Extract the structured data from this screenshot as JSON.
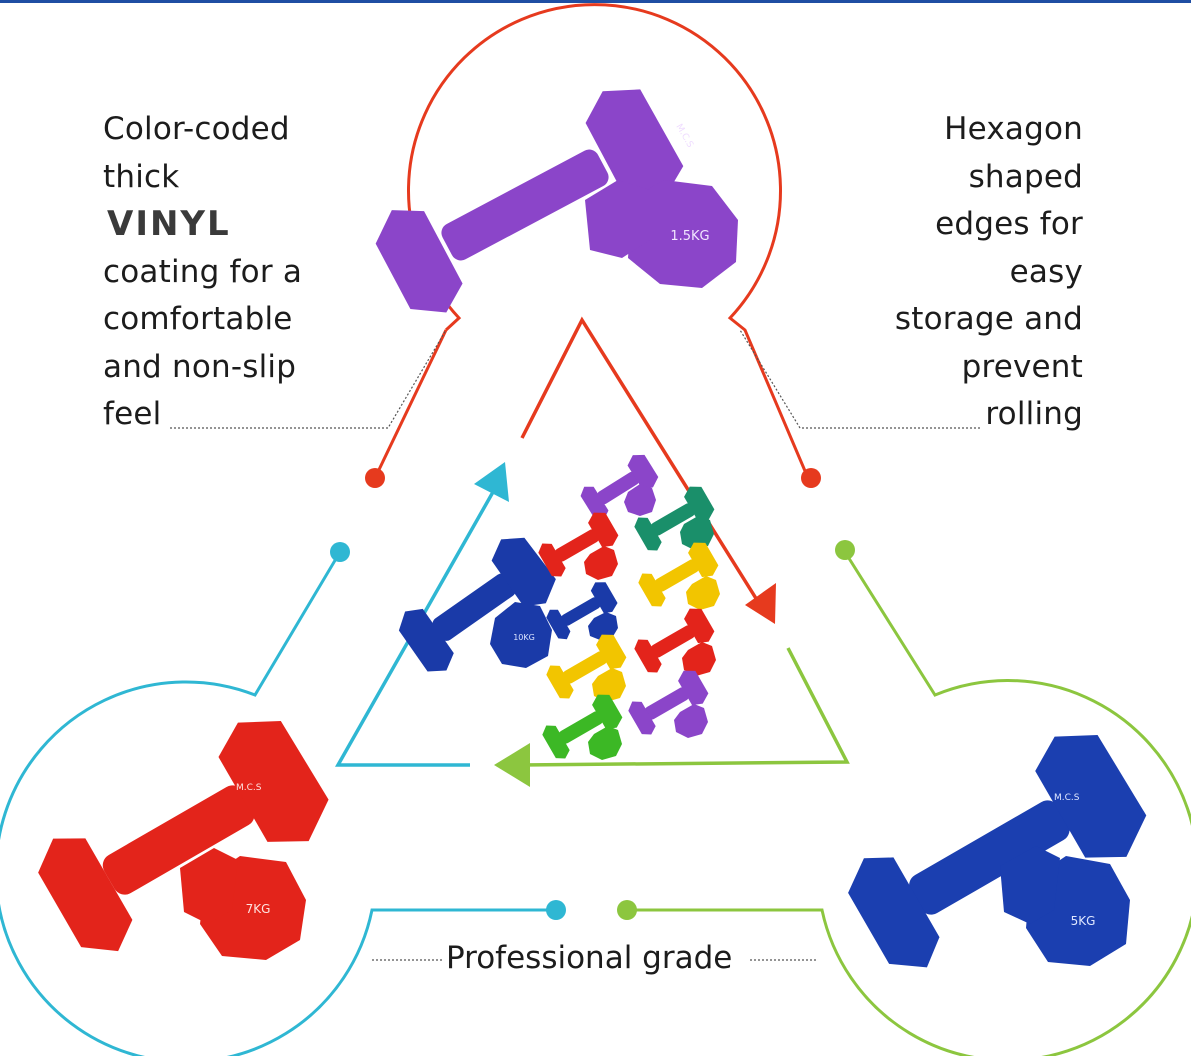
{
  "colors": {
    "top_line": "#1f4ea3",
    "red": "#e63a1e",
    "cyan": "#2fb7d3",
    "green": "#8cc63f",
    "purple": "#8b45c9",
    "blue": "#1b3fb0",
    "yellow": "#f2c500",
    "teal": "#1a8f6a",
    "weight_red": "#e3241b",
    "bright_green": "#3cb825",
    "navy": "#1a3aa8"
  },
  "left_feature": {
    "lines": [
      "Color-coded",
      "thick"
    ],
    "highlight": "VINYL",
    "lines_after": [
      "coating for a",
      "comfortable",
      "and non-slip",
      "feel"
    ]
  },
  "right_feature": {
    "lines": [
      "Hexagon",
      "shaped",
      "edges for",
      "easy",
      "storage and",
      "prevent",
      "rolling"
    ]
  },
  "bottom_feature": {
    "label": "Professional grade"
  },
  "dumbbells": {
    "top": {
      "color": "purple",
      "label": "1.5KG",
      "brand": "M.C.S"
    },
    "bottom_left": {
      "color": "red",
      "label": "7KG",
      "brand": "M.C.S"
    },
    "bottom_right": {
      "color": "blue",
      "label": "5KG",
      "brand": "M.C.S"
    },
    "center_big": {
      "color": "blue",
      "label": "10KG"
    }
  }
}
